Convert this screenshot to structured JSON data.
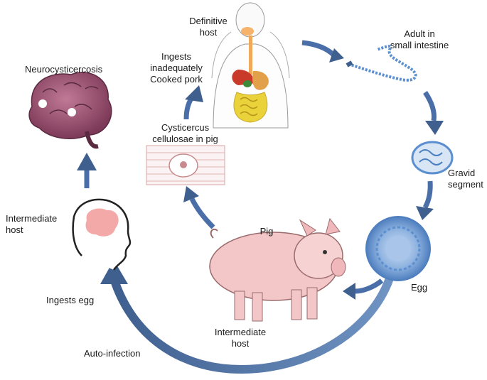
{
  "labels": {
    "definitive_host": "Definitive\nhost",
    "adult": "Adult in\nsmall intestine",
    "gravid": "Gravid\nsegment",
    "egg": "Egg",
    "pig": "Pig",
    "pig_host": "Intermediate\nhost",
    "cysticercus": "Cysticercus\ncellulosae in pig",
    "ingests_pork": "Ingests\ninadequately\nCooked pork",
    "neuro": "Neurocysticercosis",
    "human_host": "Intermediate\nhost",
    "ingests_egg": "Ingests egg",
    "auto_infection": "Auto-infection"
  },
  "colors": {
    "arrow": "#5a7fb0",
    "arrow_dark": "#3f5f8f",
    "brain": "#9b5470",
    "pig": "#f3c7c8",
    "worm": "#5b8fcf"
  },
  "icons": {
    "human_torso": "digestive-system-icon",
    "tapeworm": "tapeworm-icon",
    "segment": "gravid-segment-icon",
    "egg": "egg-icon",
    "pig": "pig-icon",
    "cyst": "cysticercus-icon",
    "brain": "brain-icon",
    "head": "human-head-icon"
  }
}
